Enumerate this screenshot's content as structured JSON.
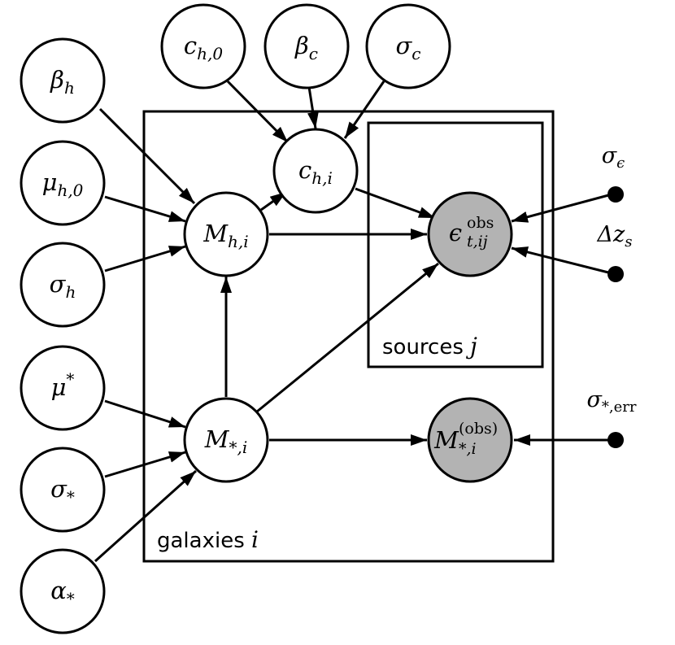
{
  "plates": {
    "galaxies": {
      "text": "galaxies ",
      "index": "i"
    },
    "sources": {
      "text": "sources ",
      "index": "j"
    }
  },
  "nodes": {
    "c_h0": {
      "base": "c",
      "sub": "h,0"
    },
    "beta_c": {
      "base": "β",
      "sub": "c"
    },
    "sigma_c": {
      "base": "σ",
      "sub": "c"
    },
    "beta_h": {
      "base": "β",
      "sub": "h"
    },
    "mu_h0": {
      "base": "μ",
      "sub": "h,0"
    },
    "sigma_h": {
      "base": "σ",
      "sub": "h"
    },
    "mu_star": {
      "base": "μ",
      "sup": "*"
    },
    "sigma_star": {
      "base": "σ",
      "sub": "*"
    },
    "alpha_star": {
      "base": "α",
      "sub": "*"
    },
    "c_hi": {
      "base": "c",
      "sub": "h,i"
    },
    "M_hi": {
      "base": "M",
      "sub": "h,i"
    },
    "M_star_i": {
      "base": "M",
      "sub": "*,i"
    },
    "eps_obs": {
      "base": "ϵ",
      "sub": "t,ij",
      "sup": "obs"
    },
    "M_star_obs": {
      "base": "M",
      "sub": "*,i",
      "sup": "(obs)"
    }
  },
  "fixed_params": {
    "sigma_eps": {
      "base": "σ",
      "sub": "ϵ"
    },
    "delta_z": {
      "base": "Δz",
      "sub": "s"
    },
    "sigma_star_err": {
      "base": "σ",
      "sub": "*,err"
    }
  },
  "colors": {
    "observed_fill": "#b3b3b3",
    "stroke": "#000000",
    "background": "#ffffff"
  }
}
